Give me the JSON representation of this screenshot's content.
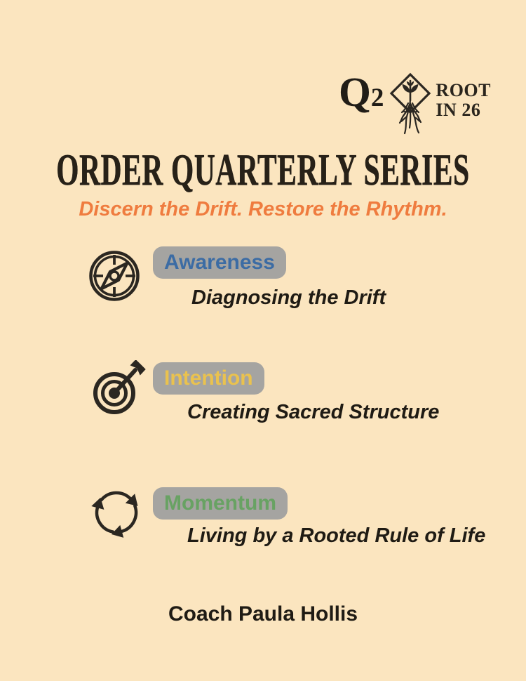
{
  "background_color": "#fbe5bf",
  "brand": {
    "quarter": "Q2",
    "name_line1": "ROOT",
    "name_line2": "IN 26",
    "logo": "root-tree-diamond-icon"
  },
  "title": "ORDER QUARTERLY SERIES",
  "subtitle": "Discern the Drift. Restore the Rhythm.",
  "subtitle_color": "#ef7c3f",
  "badge_bg_color": "#a5a4a1",
  "sections": [
    {
      "icon": "compass-icon",
      "label": "Awareness",
      "label_color": "#3c6ca4",
      "description": "Diagnosing the Drift"
    },
    {
      "icon": "target-arrow-icon",
      "label": "Intention",
      "label_color": "#eac24e",
      "description": "Creating Sacred Structure"
    },
    {
      "icon": "cycle-arrows-icon",
      "label": "Momentum",
      "label_color": "#68a263",
      "description": "Living by a Rooted Rule of Life"
    }
  ],
  "footer": "Coach Paula Hollis"
}
